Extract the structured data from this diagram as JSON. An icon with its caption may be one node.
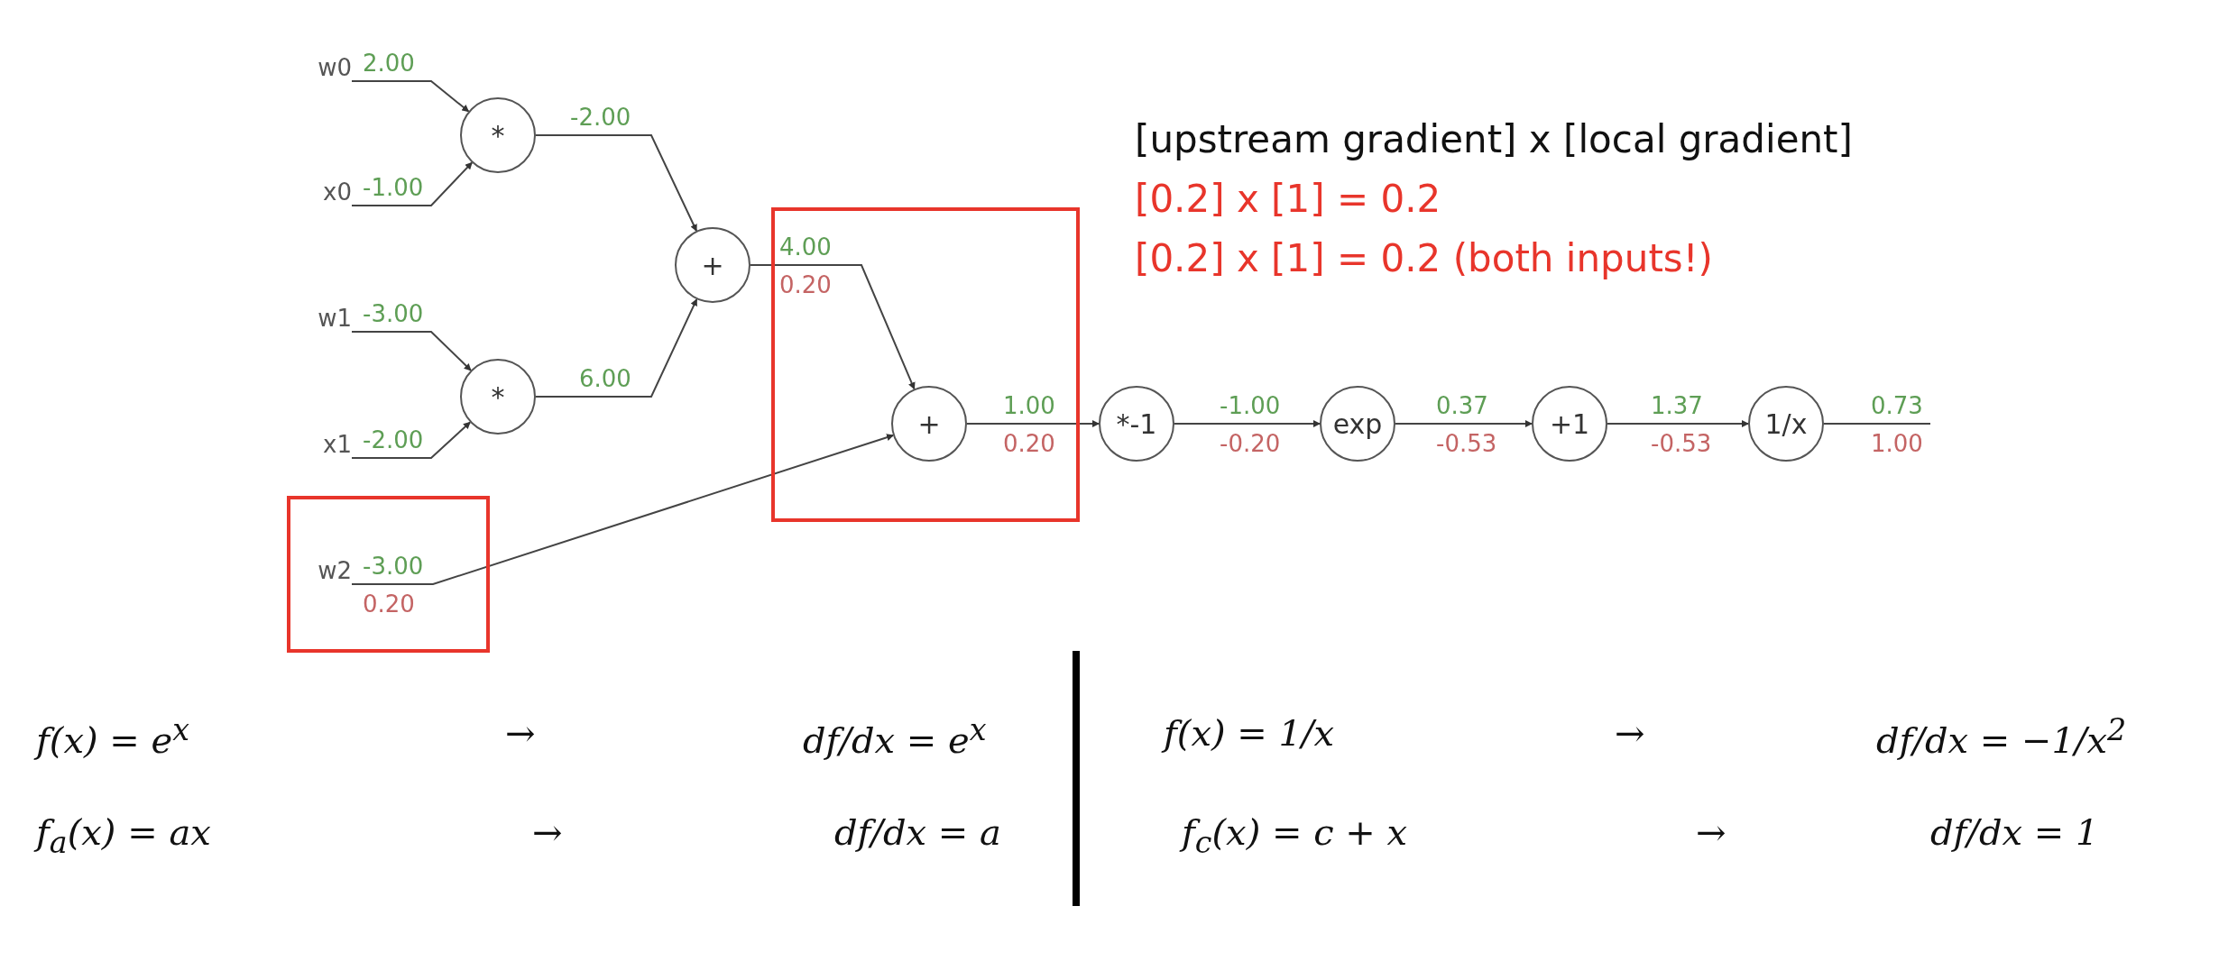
{
  "diagram": {
    "nodes": [
      {
        "text": [
          "w0"
        ]
      },
      {
        "text": [
          "x0"
        ]
      },
      {
        "text": [
          "w1"
        ]
      },
      {
        "text": [
          "x1"
        ]
      },
      {
        "text": [
          "w2"
        ]
      },
      {
        "text": [
          "*"
        ]
      },
      {
        "text": [
          "*"
        ]
      },
      {
        "text": [
          "+"
        ]
      },
      {
        "text": [
          "+"
        ]
      },
      {
        "text": [
          "*-1"
        ]
      },
      {
        "text": [
          "exp"
        ]
      },
      {
        "text": [
          "+1"
        ]
      },
      {
        "text": [
          "1/x"
        ]
      }
    ],
    "edges": [
      {
        "from": 0,
        "to": 5,
        "arrow": "to",
        "label": "2.00"
      },
      {
        "from": 1,
        "to": 5,
        "arrow": "to",
        "label": "-1.00"
      },
      {
        "from": 2,
        "to": 6,
        "arrow": "to",
        "label": "-3.00"
      },
      {
        "from": 3,
        "to": 6,
        "arrow": "to",
        "label": "-2.00"
      },
      {
        "from": 5,
        "to": 7,
        "arrow": "to",
        "label": "-2.00"
      },
      {
        "from": 6,
        "to": 7,
        "arrow": "to",
        "label": "6.00"
      },
      {
        "from": 7,
        "to": 8,
        "arrow": "to",
        "label": "4.00 0.20"
      },
      {
        "from": 4,
        "to": 8,
        "arrow": "to",
        "label": "-3.00 0.20"
      },
      {
        "from": 8,
        "to": 9,
        "arrow": "to",
        "label": "1.00 0.20"
      },
      {
        "from": 9,
        "to": 10,
        "arrow": "to",
        "label": "-1.00 -0.20"
      },
      {
        "from": 10,
        "to": 11,
        "arrow": "to",
        "label": "0.37 -0.53"
      },
      {
        "from": 11,
        "to": 12,
        "arrow": "to",
        "label": "1.37 -0.53"
      },
      {
        "from": 12,
        "to": null,
        "arrow": "none",
        "label": "0.73 1.00"
      }
    ],
    "labels": [
      "[upstream gradient] x [local gradient]",
      "[0.2] x [1] = 0.2",
      "[0.2] x [1] = 0.2  (both inputs!)",
      "f(x) = e$^{x}$",
      "→",
      "df/dx = e$^{x}$",
      "f(x) = 1/x",
      "→",
      "df/dx = −1/x$^{2}$",
      "f$_{a}$(x) = ax",
      "→",
      "df/dx = a",
      "f$_{c}$(x) = c + x",
      "→",
      "df/dx = 1"
    ]
  }
}
